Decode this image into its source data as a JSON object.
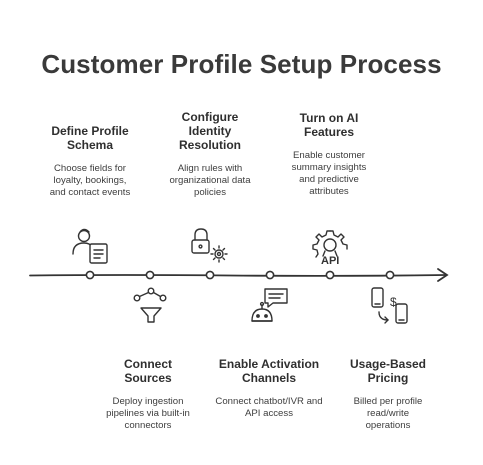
{
  "title": "Customer Profile Setup Process",
  "steps": [
    {
      "title_lines": [
        "Define Profile",
        "Schema"
      ],
      "desc_lines": [
        "Choose fields for",
        "loyalty, bookings,",
        "and contact events"
      ],
      "icon": "user-form-icon"
    },
    {
      "title_lines": [
        "Connect",
        "Sources"
      ],
      "desc_lines": [
        "Deploy ingestion",
        "pipelines via built-in",
        "connectors"
      ],
      "icon": "network-funnel-icon"
    },
    {
      "title_lines": [
        "Configure",
        "Identity",
        "Resolution"
      ],
      "desc_lines": [
        "Align rules with",
        "organizational data",
        "policies"
      ],
      "icon": "lock-gear-icon"
    },
    {
      "title_lines": [
        "Enable Activation",
        "Channels"
      ],
      "desc_lines": [
        "Connect chatbot/IVR and",
        "API access"
      ],
      "icon": "chatbot-icon"
    },
    {
      "title_lines": [
        "Turn on AI",
        "Features"
      ],
      "desc_lines": [
        "Enable customer",
        "summary insights",
        "and predictive",
        "attributes"
      ],
      "icon": "gear-api-icon",
      "icon_text": "API"
    },
    {
      "title_lines": [
        "Usage-Based",
        "Pricing"
      ],
      "desc_lines": [
        "Billed per profile",
        "read/write",
        "operations"
      ],
      "icon": "phone-dollar-icon",
      "icon_text": "$"
    }
  ],
  "colors": {
    "title": "#3a3a3a",
    "line": "#333333",
    "text": "#333333"
  }
}
